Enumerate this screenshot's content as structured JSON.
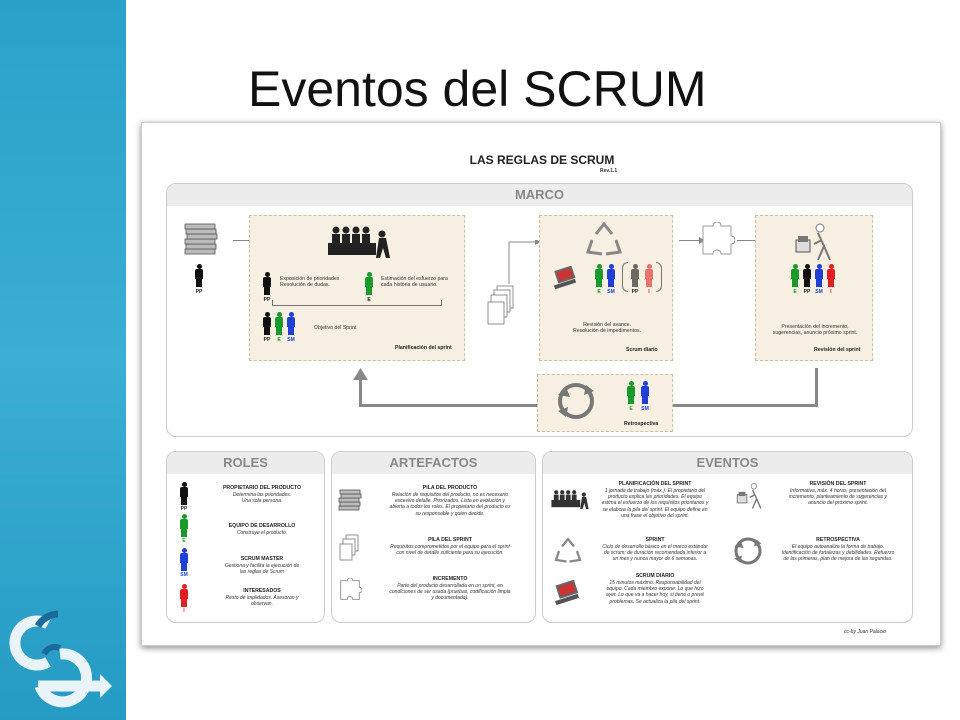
{
  "slide": {
    "title": "Eventos del SCRUM"
  },
  "figure": {
    "title": "LAS REGLAS DE SCRUM",
    "rev": "Rev.1.1",
    "credit": "cc-by Juan Palacio",
    "marco": {
      "header": "MARCO",
      "pp_label": "PP",
      "planning": {
        "text_left": [
          "Exposición de prioridades",
          "Resolución de dudas."
        ],
        "text_right": [
          "Estimación del esfuerzo para",
          "cada historia de usuario."
        ],
        "objective": "Objetivo del Sprint",
        "label": "Planificación del sprint",
        "lbl_pp": "PP",
        "lbl_e": "E",
        "lbl_sm": "SM"
      },
      "daily": {
        "text": [
          "Revisión del avance.",
          "Resolución de impedimentos."
        ],
        "label": "Scrum diario",
        "lbl_e": "E",
        "lbl_sm": "SM",
        "lbl_pp": "PP",
        "lbl_i": "I"
      },
      "review": {
        "text": [
          "Presentación del incremento,",
          "sugerencias, anuncio próximo sprint."
        ],
        "label": "Revisión del sprint",
        "lbl_e": "E",
        "lbl_pp": "PP",
        "lbl_sm": "SM",
        "lbl_i": "I"
      },
      "retro": {
        "label": "Retrospectiva",
        "lbl_e": "E",
        "lbl_sm": "SM"
      }
    },
    "roles": {
      "header": "ROLES",
      "items": [
        {
          "title": "PROPIETARIO DEL PRODUCTO",
          "desc": [
            "Determina las prioridades.",
            "Una sola persona."
          ],
          "tag": "PP"
        },
        {
          "title": "EQUIPO DE DESARROLLO",
          "desc": [
            "Construye el producto."
          ],
          "tag": "E"
        },
        {
          "title": "SCRUM MASTER",
          "desc": [
            "Gestiona y facilita la ejecución de",
            "las reglas de Scrum"
          ],
          "tag": "SM"
        },
        {
          "title": "INTERESADOS",
          "desc": [
            "Resto de implidados. Asesoran y",
            "observan."
          ],
          "tag": "I"
        }
      ]
    },
    "artefactos": {
      "header": "ARTEFACTOS",
      "items": [
        {
          "title": "PILA DEL PRODUCTO",
          "desc": [
            "Relación de requisitos del producto, no es necesario",
            "excesivo detalle. Priorizados. Lista en evolución y",
            "abierta a todos los roles. El propietario del producto es",
            "su responsable y quien decide."
          ]
        },
        {
          "title": "PILA DEL SPRINT",
          "desc": [
            "Requisitos comprometidos por el equipo para el sprint",
            "con nivel de detalle suficiente para su ejecución."
          ]
        },
        {
          "title": "INCREMENTO",
          "desc": [
            "Parte del producto desarrollada en un sprint, en",
            "condiciones de ser usada (pruebas, codificación limpia",
            "y documentada)."
          ]
        }
      ]
    },
    "eventos": {
      "header": "EVENTOS",
      "items": [
        {
          "title": "PLANIFICACIÓN DEL SPRINT",
          "desc": [
            "1 jornada de trabajo (máx.). El propietario del",
            "producto explica las prioridades. El equipo",
            "estima el esfuerzo de los requisitos prioritarios y",
            "se elabora la pila del sprint. El equipo define en",
            "una frase el objetivo del sprint."
          ]
        },
        {
          "title": "REVISIÓN DEL SPRINT",
          "desc": [
            "Informativa, máx. 4 horas, presentación del",
            "incremento, planteamiento de sugerencias y",
            "anuncio del próximo sprint."
          ]
        },
        {
          "title": "SPRINT",
          "desc": [
            "Ciclo de desarrollo básico en el marco estándar",
            "de scrum; de duración recomendada inferior a",
            "un mes y nunca mayor de 6 semanas."
          ]
        },
        {
          "title": "RETROSPECTIVA",
          "desc": [
            "El equipo autoanaliza la forma de trabajo.",
            "Identificación de fortalezas y debilidades. Refuerzo",
            "de las primeras, plan de mejora de las segundas."
          ]
        },
        {
          "title": "SCRUM DIARIO",
          "desc": [
            "15 minutos máximo. Responsabilidad del",
            "equipo. Cada miembro expone: Lo que hizo",
            "ayer. Lo que va a hacer hoy, si tiene o prevé",
            "problemas. Se actualiza la pila del sprint."
          ]
        }
      ]
    }
  },
  "colors": {
    "sidebar": "#2aa1c9",
    "pp": "#111111",
    "e": "#1a9a2a",
    "sm": "#1f3fd6",
    "i": "#e02020",
    "tan": "#f6efe2"
  },
  "icons": [
    "scrum-logo-icon",
    "paper-stack-icon",
    "meeting-icon",
    "recycle-icon",
    "puzzle-piece-icon",
    "presenter-icon",
    "laptop-icon",
    "documents-icon",
    "retro-cycle-icon"
  ]
}
